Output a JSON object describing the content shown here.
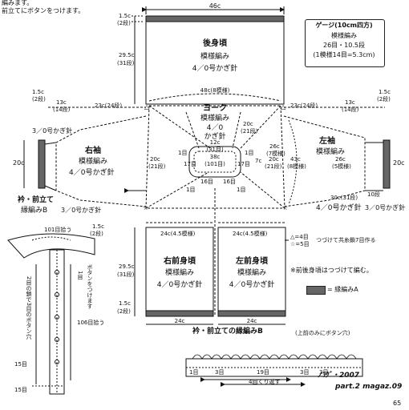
{
  "header": {
    "line1": "編みます。",
    "line2": "前立てにボタンをつけます。"
  },
  "back": {
    "top_width": "46c",
    "title": "後身頃",
    "pattern": "模様編み",
    "hook": "4／0号かぎ針",
    "height_top": "1.5c",
    "height_top_rows": "(2段)",
    "height_main": "29.5c",
    "height_main_rows": "(31段)",
    "bottom_width": "48c",
    "bottom_width_rows": "(8模様)"
  },
  "sides": {
    "left_a": "1.5c",
    "left_a_rows": "(2段)",
    "left_b": "13c",
    "left_b_rows": "(14段)",
    "left_c": "23c",
    "left_c_rows": "(24段)",
    "right_c": "23c",
    "right_c_rows": "(24段)",
    "right_b": "13c",
    "right_b_rows": "(14段)",
    "right_a": "1.5c",
    "right_a_rows": "(2段)"
  },
  "yoke": {
    "title": "ヨーク",
    "pattern": "模様編み",
    "hook1": "4／0",
    "hook2": "かぎ針",
    "right_dim": "20c",
    "right_dim_rows": "(21段)",
    "left_dim": "20c",
    "left_dim_rows": "(21段)",
    "lower_dim": "20c",
    "lower_dim_rows": "(21段)"
  },
  "neck": {
    "top": "12c",
    "top_rows": "(31目)",
    "top_rows2": "1目",
    "inner": "38c",
    "inner_rows": "(101目)",
    "inner_note": "目)",
    "left": "17目",
    "right": "17目",
    "center": "16目",
    "center2": "16目",
    "left_mark": "1目",
    "right_mark": "1目",
    "corner_l": "1目",
    "corner_r": "1目",
    "side7": "7c",
    "side7_rows": "(7模様)"
  },
  "gauge": {
    "title": "ゲージ(10cm四方)",
    "line1": "模様編み",
    "line2": "26目・10.5段",
    "line3": "(1模様14目=5.3cm)"
  },
  "right_sleeve": {
    "title": "右袖",
    "pattern": "模様編み",
    "hook": "4／0号かぎ針",
    "cuff_hook": "3／0号かぎ針",
    "cuff_width": "20c"
  },
  "left_sleeve": {
    "title": "左袖",
    "pattern": "模様編み",
    "hook": "4／0号かぎ針",
    "cuff_hook": "3／0号かぎ針",
    "cuff_width": "20c",
    "width": "43c",
    "width_rows": "(8模様)",
    "inner": "26c",
    "inner_rows": "(5模様)",
    "length": "30c",
    "length_rows": "(31段)",
    "cuff_len": "10段",
    "side_dim": "26c",
    "side_dim_rows": "(7模様)"
  },
  "collar": {
    "title": "衿・前立て",
    "subtitle": "縁編みB",
    "hook": "3／0号かぎ針",
    "top": "101目拾う",
    "side_a": "1.5c",
    "side_a_rows": "(2段)",
    "buttonhole": "2目の鎖で3目のボタン穴",
    "button": "ボタンをつけます",
    "rows1": "1目",
    "rows106": "106目拾う",
    "rows15": "15目",
    "rows15b": "15目"
  },
  "fronts": {
    "left_yoke": "24c",
    "left_yoke_rows": "(4.5模様)",
    "right_yoke": "24c",
    "right_yoke_rows": "(4.5模様)",
    "note1": "△=4目",
    "note2": "☆=5目",
    "note3": "つづけて共糸鎖7目作る",
    "note4": "※前後身頃はつづけて編む。",
    "right_title": "右前身頃",
    "left_title": "左前身頃",
    "pattern": "模様編み",
    "hook": "4／0号かぎ針",
    "height": "29.5c",
    "height_rows": "(31段)",
    "bottom_a": "1.5c",
    "bottom_a_rows": "(2段)",
    "bottom_left": "24c",
    "bottom_right": "24c",
    "legend": "= 縁編みA"
  },
  "edging": {
    "title": "衿・前立ての縁編みB",
    "note": "(上前のみにボタン穴)",
    "r3a": "3目",
    "r19": "19目",
    "r3b": "3目",
    "r3c": "3目",
    "repeat": "4回くり返す",
    "r1": "1目"
  },
  "footer": {
    "watermark1": "ﾉｺｳﾞ・2007",
    "watermark2": "part.2 magaz.09",
    "page": "65"
  }
}
